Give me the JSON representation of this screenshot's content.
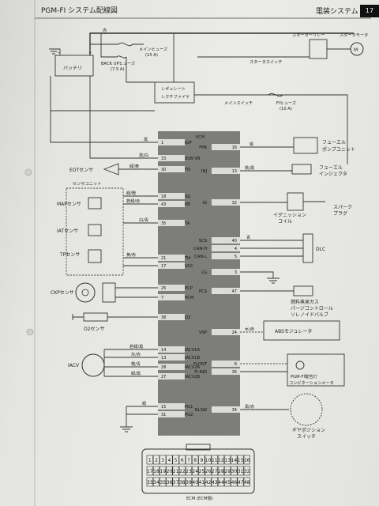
{
  "header": {
    "title": "PGM-FI システム配線図",
    "section": "電装システム",
    "marker": "17"
  },
  "components": {
    "battery": "バッテリ",
    "main_fuse": "メインヒューズ",
    "main_fuse_rating": "(15 A)",
    "backup_fuse": "BACK UPヒューズ",
    "backup_fuse_rating": "(7.5 A)",
    "starter_relay": "スターターリレー",
    "starter_motor": "スタータモータ",
    "starter_switch": "スタータスイッチ",
    "regulator": "レギュレート",
    "rectifier": "レクチファイヤ",
    "main_switch": "メインスイッチ",
    "fi_fuse": "FIヒューズ",
    "fi_fuse_rating": "(10 A)",
    "fuel_pump_1": "フューエル",
    "fuel_pump_2": "ポンプユニット",
    "injector_1": "フューエル",
    "injector_2": "インジェクタ",
    "ignition_coil_1": "イグニッション",
    "ignition_coil_2": "コイル",
    "spark_plug_1": "スパーク",
    "spark_plug_2": "プラグ",
    "eot_sensor": "EOTセンサ",
    "sensor_unit": "センサユニット",
    "map_sensor": "MAPセンサ",
    "iat_sensor": "IATセンサ",
    "tp_sensor": "TPセンサ",
    "ckp_sensor": "CKPセンサ",
    "o2_sensor": "O2センサ",
    "iacv": "IACV",
    "dlc": "DLC",
    "purge_valve_1": "燃料蒸発ガス",
    "purge_valve_2": "パージコントロール",
    "purge_valve_3": "ソレノイドバルブ",
    "abs_modulator": "ABSモジュレータ",
    "warning_lamp_1": "PGM-FI警告灯",
    "warning_lamp_2": "コンビネーションメータ",
    "gear_switch_1": "ギヤポジション",
    "gear_switch_2": "スイッチ",
    "ecm_label": "ECM",
    "connector_caption": "ECM (ECM側)"
  },
  "ecm_left_pins": [
    {
      "num": "1",
      "sig": "IGP"
    },
    {
      "num": "33",
      "sig": "SUB VB"
    },
    {
      "num": "30",
      "sig": "TO"
    },
    {
      "num": "18",
      "sig": "SG"
    },
    {
      "num": "43",
      "sig": "PB"
    },
    {
      "num": "35",
      "sig": "TA"
    },
    {
      "num": "21",
      "sig": "TH"
    },
    {
      "num": "17",
      "sig": "VCC"
    },
    {
      "num": "25",
      "sig": "PCP"
    },
    {
      "num": "7",
      "sig": "PCM"
    },
    {
      "num": "38",
      "sig": "O2"
    },
    {
      "num": "14",
      "sig": "IACV1A"
    },
    {
      "num": "13",
      "sig": "IACV1B"
    },
    {
      "num": "28",
      "sig": "IACV2A"
    },
    {
      "num": "27",
      "sig": "IACV2B"
    },
    {
      "num": "15",
      "sig": "PG1"
    },
    {
      "num": "31",
      "sig": "PG2"
    }
  ],
  "ecm_right_pins": [
    {
      "num": "16",
      "sig": "FPR"
    },
    {
      "num": "13",
      "sig": "INJ"
    },
    {
      "num": "32",
      "sig": "IG"
    },
    {
      "num": "40",
      "sig": "SCS"
    },
    {
      "num": "4",
      "sig": "CAN-H"
    },
    {
      "num": "5",
      "sig": "CAN-L"
    },
    {
      "num": "3",
      "sig": "LG"
    },
    {
      "num": "47",
      "sig": "PCS"
    },
    {
      "num": "24",
      "sig": "VSP"
    },
    {
      "num": "6",
      "sig": "FLONT"
    },
    {
      "num": "36",
      "sig": "FI-IND"
    },
    {
      "num": "34",
      "sig": "NLSW"
    }
  ],
  "wire_colors": {
    "red": "赤",
    "black": "黒",
    "black_white": "黒/白",
    "green": "緑",
    "green_yellow": "緑/黄",
    "green_orange": "緑/橙",
    "yellow_red": "黄/赤",
    "white_red": "白/赤",
    "white_blue": "白/青",
    "pink": "桃",
    "blue": "青",
    "brown_black": "茶/黒",
    "gray": "灰",
    "light_green_black": "若緑/黒",
    "light_green": "若緑",
    "gray_red": "灰/赤",
    "pink_black": "桃/黒",
    "orange_blue": "橙/青",
    "white_green": "白/緑",
    "light_blue_red": "水/赤",
    "green_black": "緑/黒",
    "light_green_red": "若緑/赤",
    "white": "白",
    "black_red": "黒/赤"
  },
  "connector_rows": [
    [
      "1",
      "2",
      "3",
      "4",
      "5",
      "6",
      "7",
      "8",
      "9",
      "10",
      "11",
      "12",
      "13",
      "14",
      "15",
      "16"
    ],
    [
      "17",
      "18",
      "19",
      "20",
      "21",
      "22",
      "23",
      "24",
      "25",
      "26",
      "27",
      "28",
      "29",
      "30",
      "31",
      "32"
    ],
    [
      "33",
      "34",
      "35",
      "36",
      "37",
      "38",
      "39",
      "40",
      "41",
      "42",
      "43",
      "44",
      "45",
      "46",
      "47",
      "48"
    ]
  ]
}
